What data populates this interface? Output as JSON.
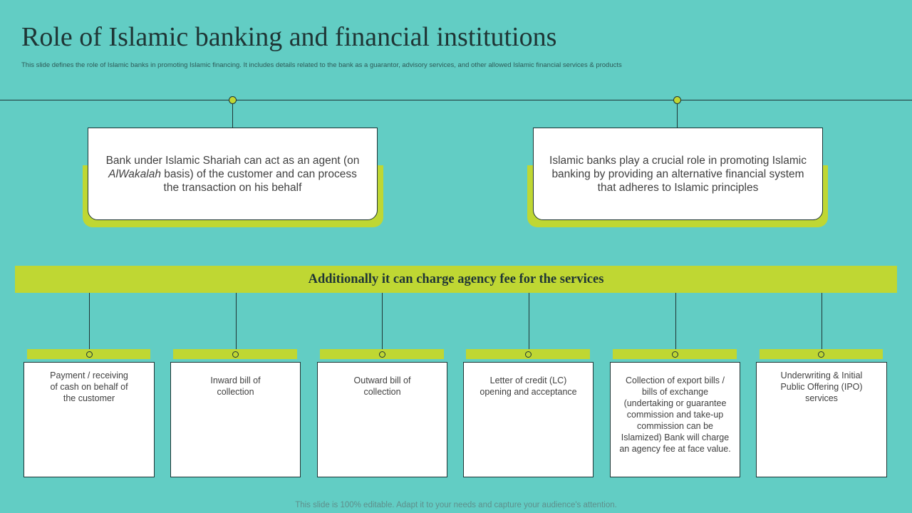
{
  "slide": {
    "title": "Role of Islamic banking and financial institutions",
    "subtitle": "This slide defines the role of Islamic banks in promoting Islamic  financing. It includes details related to the bank as a guarantor,  advisory services, and other allowed Islamic financial services & products",
    "footer": "This slide is 100% editable. Adapt it to your needs and capture your audience's attention."
  },
  "cards": {
    "left": {
      "text_before": "Bank under Islamic Shariah can act as an agent (on ",
      "italic": "AlWakalah",
      "text_after": " basis) of the customer and can process the transaction on his behalf"
    },
    "right": {
      "text": "Islamic banks play a crucial role in promoting Islamic banking by providing an alternative financial system that adheres to Islamic principles"
    }
  },
  "banner": {
    "text": "Additionally it can charge agency fee for the services"
  },
  "services": [
    "Payment / receiving  of cash on behalf of the customer",
    "Inward bill of collection",
    "Outward bill of collection",
    "Letter of credit (LC) opening and acceptance",
    "Collection of export bills / bills of exchange (undertaking or guarantee commission and take-up commission can be Islamized) Bank will charge an agency fee at face value.",
    "Underwriting  & Initial Public Offering (IPO)  services"
  ],
  "colors": {
    "background": "#62cdc4",
    "accent": "#bfd733",
    "dark": "#1f3535"
  }
}
